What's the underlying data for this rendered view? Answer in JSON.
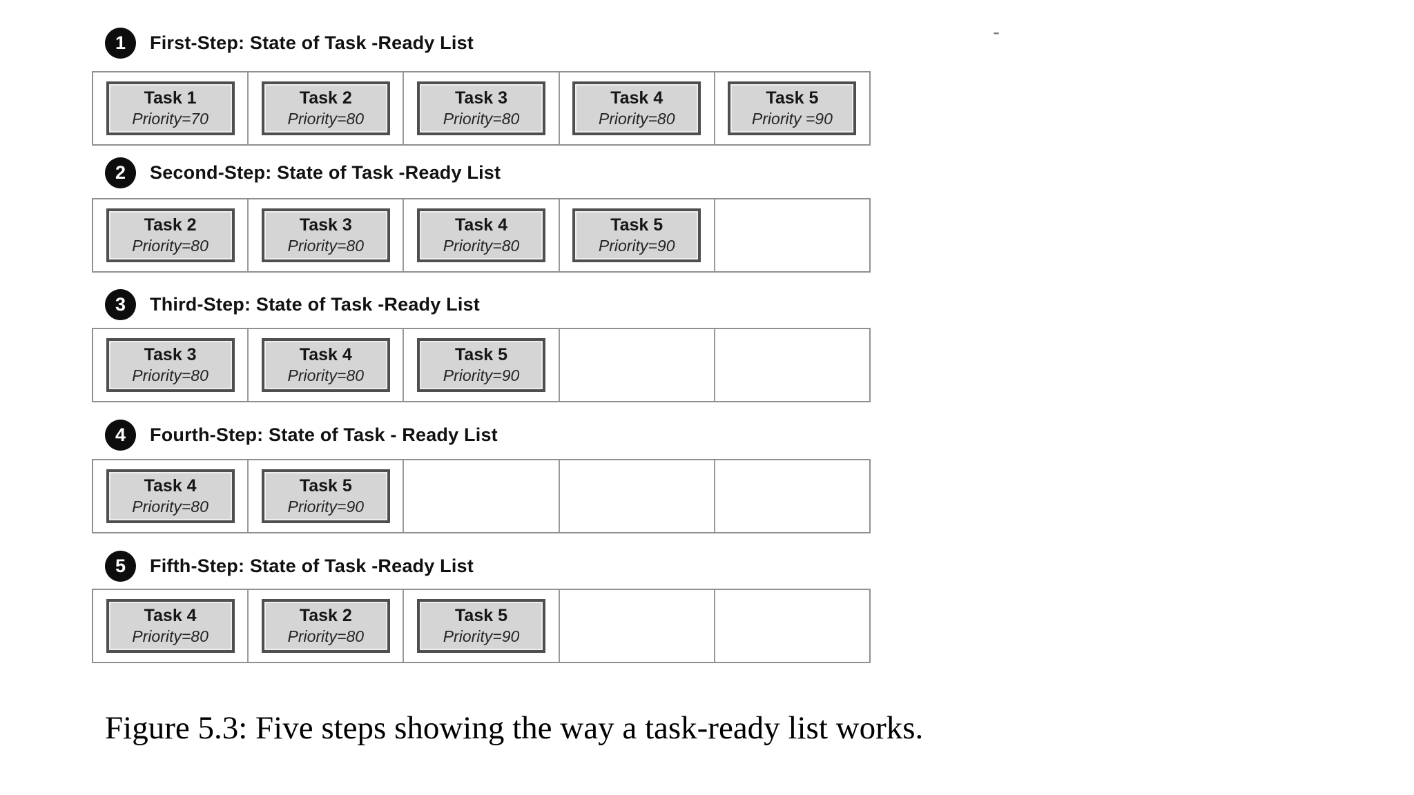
{
  "figure": {
    "caption": "Figure 5.3: Five steps showing the way a task-ready list works.",
    "stray_mark": "-"
  },
  "steps": [
    {
      "number": "1",
      "title": "First-Step: State of Task -Ready List",
      "slots": [
        {
          "task": "Task 1",
          "priority": "Priority=70"
        },
        {
          "task": "Task 2",
          "priority": "Priority=80"
        },
        {
          "task": "Task 3",
          "priority": "Priority=80"
        },
        {
          "task": "Task 4",
          "priority": "Priority=80"
        },
        {
          "task": "Task 5",
          "priority": "Priority =90"
        }
      ]
    },
    {
      "number": "2",
      "title": "Second-Step: State of Task -Ready List",
      "slots": [
        {
          "task": "Task 2",
          "priority": "Priority=80"
        },
        {
          "task": "Task 3",
          "priority": "Priority=80"
        },
        {
          "task": "Task 4",
          "priority": "Priority=80"
        },
        {
          "task": "Task 5",
          "priority": "Priority=90"
        },
        {
          "task": "",
          "priority": ""
        }
      ]
    },
    {
      "number": "3",
      "title": "Third-Step: State of Task -Ready List",
      "slots": [
        {
          "task": "Task 3",
          "priority": "Priority=80"
        },
        {
          "task": "Task 4",
          "priority": "Priority=80"
        },
        {
          "task": "Task 5",
          "priority": "Priority=90"
        },
        {
          "task": "",
          "priority": ""
        },
        {
          "task": "",
          "priority": ""
        }
      ]
    },
    {
      "number": "4",
      "title": "Fourth-Step: State of Task - Ready List",
      "slots": [
        {
          "task": "Task 4",
          "priority": "Priority=80"
        },
        {
          "task": "Task 5",
          "priority": "Priority=90"
        },
        {
          "task": "",
          "priority": ""
        },
        {
          "task": "",
          "priority": ""
        },
        {
          "task": "",
          "priority": ""
        }
      ]
    },
    {
      "number": "5",
      "title": "Fifth-Step: State of Task -Ready List",
      "slots": [
        {
          "task": "Task 4",
          "priority": "Priority=80"
        },
        {
          "task": "Task 2",
          "priority": "Priority=80"
        },
        {
          "task": "Task 5",
          "priority": "Priority=90"
        },
        {
          "task": "",
          "priority": ""
        },
        {
          "task": "",
          "priority": ""
        }
      ]
    }
  ],
  "colors": {
    "task_box_fill": "#d5d5d5",
    "task_box_border": "#4f4f4f",
    "row_border": "#8f8f8f",
    "badge_fill": "#0d0d0d",
    "badge_text": "#ffffff"
  }
}
